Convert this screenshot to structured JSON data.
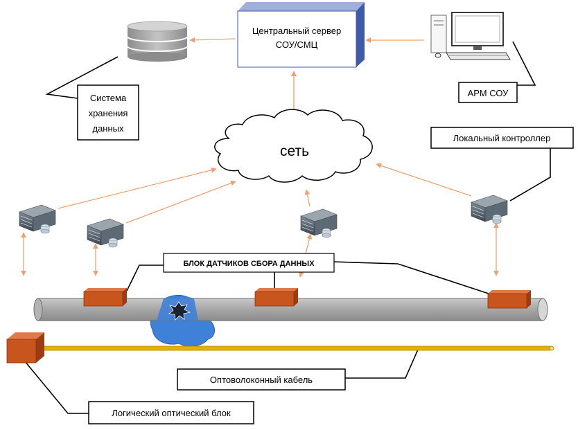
{
  "central_server": {
    "line1": "Центральный сервер",
    "line2": "СОУ/СМЦ"
  },
  "storage": {
    "line1": "Система",
    "line2": "хранения",
    "line3": "данных"
  },
  "workstation": {
    "label": "АРМ СОУ"
  },
  "network": {
    "label": "сеть"
  },
  "local_controller": {
    "label": "Локальный контроллер"
  },
  "sensor_block": {
    "label": "БЛОК ДАТЧИКОВ СБОРА ДАННЫХ"
  },
  "fiber_cable": {
    "label": "Оптоволоконный кабель"
  },
  "optical_unit": {
    "label": "Логический оптический блок"
  },
  "colors": {
    "arrow": "#f0a070",
    "sensor": "#c8541e",
    "pipe": "#a9a9a9",
    "cable": "#e8b000",
    "leak": "#3f80d8",
    "server_blue": "#3e5aa8"
  }
}
